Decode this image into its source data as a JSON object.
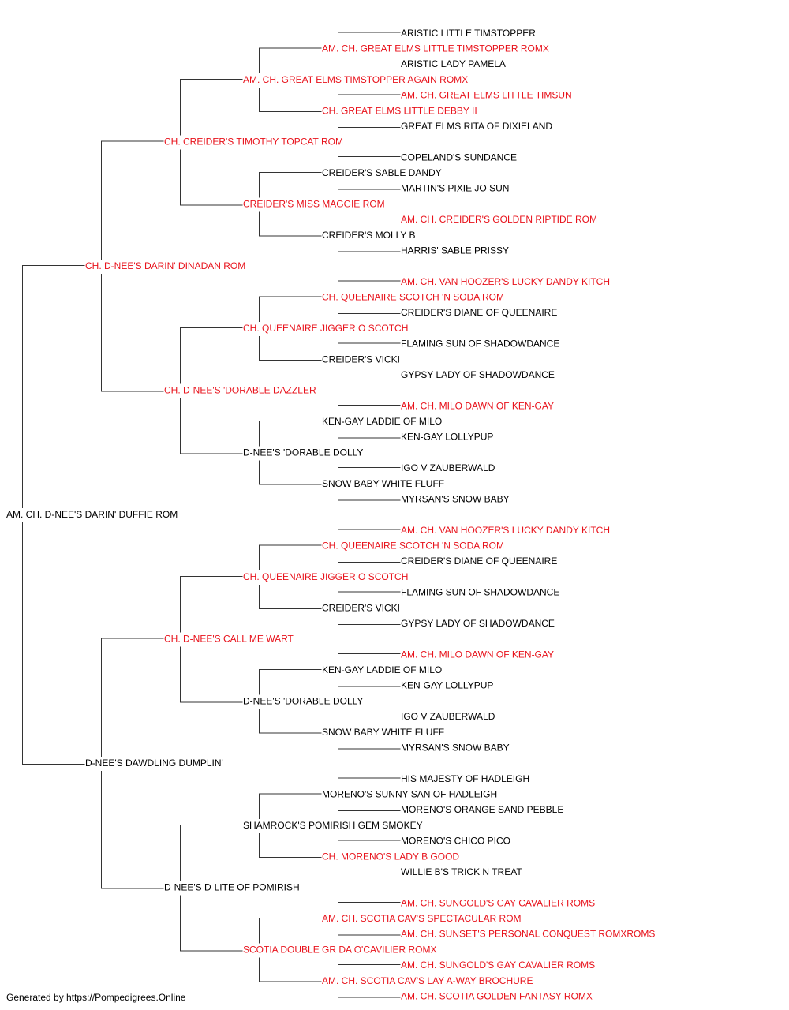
{
  "colors": {
    "champion": "#e8121b",
    "regular": "#000000",
    "line": "#333333"
  },
  "pedigree": {
    "name": "AM. CH. D-NEE'S DARIN' DUFFIE ROM",
    "ch": false,
    "sire": {
      "name": "CH. D-NEE'S DARIN' DINADAN ROM",
      "ch": true,
      "sire": {
        "name": "CH. CREIDER'S TIMOTHY TOPCAT ROM",
        "ch": true,
        "sire": {
          "name": "AM. CH. GREAT ELMS TIMSTOPPER AGAIN ROMX",
          "ch": true,
          "sire": {
            "name": "AM. CH. GREAT ELMS LITTLE TIMSTOPPER ROMX",
            "ch": true,
            "sire": {
              "name": "ARISTIC LITTLE TIMSTOPPER",
              "ch": false
            },
            "dam": {
              "name": "ARISTIC LADY PAMELA",
              "ch": false
            }
          },
          "dam": {
            "name": "CH. GREAT ELMS LITTLE DEBBY II",
            "ch": true,
            "sire": {
              "name": "AM. CH. GREAT ELMS LITTLE TIMSUN",
              "ch": true
            },
            "dam": {
              "name": "GREAT ELMS RITA OF DIXIELAND",
              "ch": false
            }
          }
        },
        "dam": {
          "name": "CREIDER'S MISS MAGGIE ROM",
          "ch": true,
          "sire": {
            "name": "CREIDER'S SABLE DANDY",
            "ch": false,
            "sire": {
              "name": "COPELAND'S SUNDANCE",
              "ch": false
            },
            "dam": {
              "name": "MARTIN'S PIXIE JO SUN",
              "ch": false
            }
          },
          "dam": {
            "name": "CREIDER'S MOLLY B",
            "ch": false,
            "sire": {
              "name": "AM. CH. CREIDER'S GOLDEN RIPTIDE ROM",
              "ch": true
            },
            "dam": {
              "name": "HARRIS' SABLE PRISSY",
              "ch": false
            }
          }
        }
      },
      "dam": {
        "name": "CH. D-NEE'S 'DORABLE DAZZLER",
        "ch": true,
        "sire": {
          "name": "CH. QUEENAIRE JIGGER O SCOTCH",
          "ch": true,
          "sire": {
            "name": "CH. QUEENAIRE SCOTCH 'N SODA ROM",
            "ch": true,
            "sire": {
              "name": "AM. CH. VAN HOOZER'S LUCKY DANDY KITCH",
              "ch": true
            },
            "dam": {
              "name": "CREIDER'S DIANE OF QUEENAIRE",
              "ch": false
            }
          },
          "dam": {
            "name": "CREIDER'S VICKI",
            "ch": false,
            "sire": {
              "name": "FLAMING SUN OF SHADOWDANCE",
              "ch": false
            },
            "dam": {
              "name": "GYPSY LADY OF SHADOWDANCE",
              "ch": false
            }
          }
        },
        "dam": {
          "name": "D-NEE'S 'DORABLE DOLLY",
          "ch": false,
          "sire": {
            "name": "KEN-GAY LADDIE OF MILO",
            "ch": false,
            "sire": {
              "name": "AM. CH. MILO DAWN OF KEN-GAY",
              "ch": true
            },
            "dam": {
              "name": "KEN-GAY LOLLYPUP",
              "ch": false
            }
          },
          "dam": {
            "name": "SNOW BABY WHITE FLUFF",
            "ch": false,
            "sire": {
              "name": "IGO V ZAUBERWALD",
              "ch": false
            },
            "dam": {
              "name": "MYRSAN'S SNOW BABY",
              "ch": false
            }
          }
        }
      }
    },
    "dam": {
      "name": "D-NEE'S DAWDLING DUMPLIN'",
      "ch": false,
      "sire": {
        "name": "CH. D-NEE'S CALL ME WART",
        "ch": true,
        "sire": {
          "name": "CH. QUEENAIRE JIGGER O SCOTCH",
          "ch": true,
          "sire": {
            "name": "CH. QUEENAIRE SCOTCH 'N SODA ROM",
            "ch": true,
            "sire": {
              "name": "AM. CH. VAN HOOZER'S LUCKY DANDY KITCH",
              "ch": true
            },
            "dam": {
              "name": "CREIDER'S DIANE OF QUEENAIRE",
              "ch": false
            }
          },
          "dam": {
            "name": "CREIDER'S VICKI",
            "ch": false,
            "sire": {
              "name": "FLAMING SUN OF SHADOWDANCE",
              "ch": false
            },
            "dam": {
              "name": "GYPSY LADY OF SHADOWDANCE",
              "ch": false
            }
          }
        },
        "dam": {
          "name": "D-NEE'S 'DORABLE DOLLY",
          "ch": false,
          "sire": {
            "name": "KEN-GAY LADDIE OF MILO",
            "ch": false,
            "sire": {
              "name": "AM. CH. MILO DAWN OF KEN-GAY",
              "ch": true
            },
            "dam": {
              "name": "KEN-GAY LOLLYPUP",
              "ch": false
            }
          },
          "dam": {
            "name": "SNOW BABY WHITE FLUFF",
            "ch": false,
            "sire": {
              "name": "IGO V ZAUBERWALD",
              "ch": false
            },
            "dam": {
              "name": "MYRSAN'S SNOW BABY",
              "ch": false
            }
          }
        }
      },
      "dam": {
        "name": "D-NEE'S D-LITE OF POMIRISH",
        "ch": false,
        "sire": {
          "name": "SHAMROCK'S POMIRISH GEM SMOKEY",
          "ch": false,
          "sire": {
            "name": "MORENO'S SUNNY SAN OF HADLEIGH",
            "ch": false,
            "sire": {
              "name": "HIS MAJESTY OF HADLEIGH",
              "ch": false
            },
            "dam": {
              "name": "MORENO'S ORANGE SAND PEBBLE",
              "ch": false
            }
          },
          "dam": {
            "name": "CH. MORENO'S LADY B GOOD",
            "ch": true,
            "sire": {
              "name": "MORENO'S CHICO PICO",
              "ch": false
            },
            "dam": {
              "name": "WILLIE B'S TRICK N TREAT",
              "ch": false
            }
          }
        },
        "dam": {
          "name": "SCOTIA DOUBLE GR DA O'CAVILIER ROMX",
          "ch": true,
          "sire": {
            "name": "AM. CH. SCOTIA CAV'S SPECTACULAR ROM",
            "ch": true,
            "sire": {
              "name": "AM. CH. SUNGOLD'S GAY CAVALIER ROMS",
              "ch": true
            },
            "dam": {
              "name": "AM. CH. SUNSET'S PERSONAL CONQUEST ROMXROMS",
              "ch": true
            }
          },
          "dam": {
            "name": "AM. CH. SCOTIA CAV'S LAY A-WAY BROCHURE",
            "ch": true,
            "sire": {
              "name": "AM. CH. SUNGOLD'S GAY CAVALIER ROMS",
              "ch": true
            },
            "dam": {
              "name": "AM. CH. SCOTIA GOLDEN FANTASY ROMX",
              "ch": true
            }
          }
        }
      }
    }
  },
  "footer": "Generated by https://Pompedigrees.Online"
}
